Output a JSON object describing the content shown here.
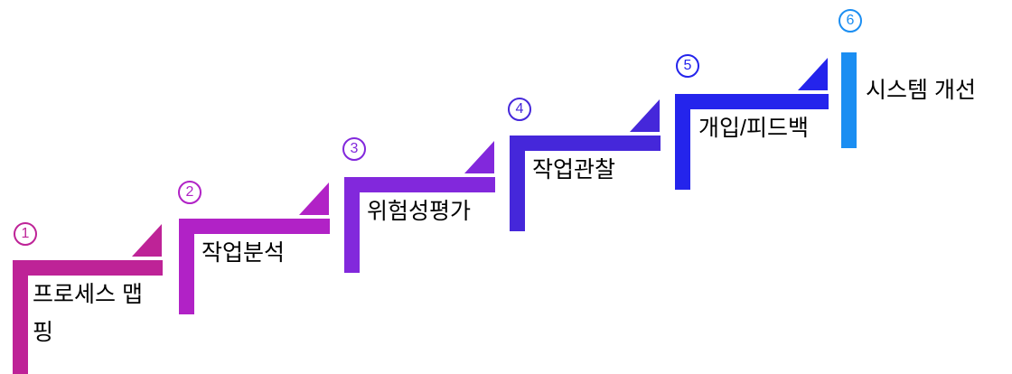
{
  "diagram": {
    "type": "step-up-process",
    "background": "#ffffff",
    "text_color": "#000000",
    "steps": [
      {
        "number": "1",
        "label": "프로세스 맵핑",
        "color": "#be2397"
      },
      {
        "number": "2",
        "label": "작업분석",
        "color": "#b122c6"
      },
      {
        "number": "3",
        "label": "위험성평가",
        "color": "#8228dc"
      },
      {
        "number": "4",
        "label": "작업관찰",
        "color": "#4527da"
      },
      {
        "number": "5",
        "label": "개입/피드백",
        "color": "#2424ec"
      },
      {
        "number": "6",
        "label": "시스템 개선",
        "color": "#1b8ef2"
      }
    ]
  }
}
